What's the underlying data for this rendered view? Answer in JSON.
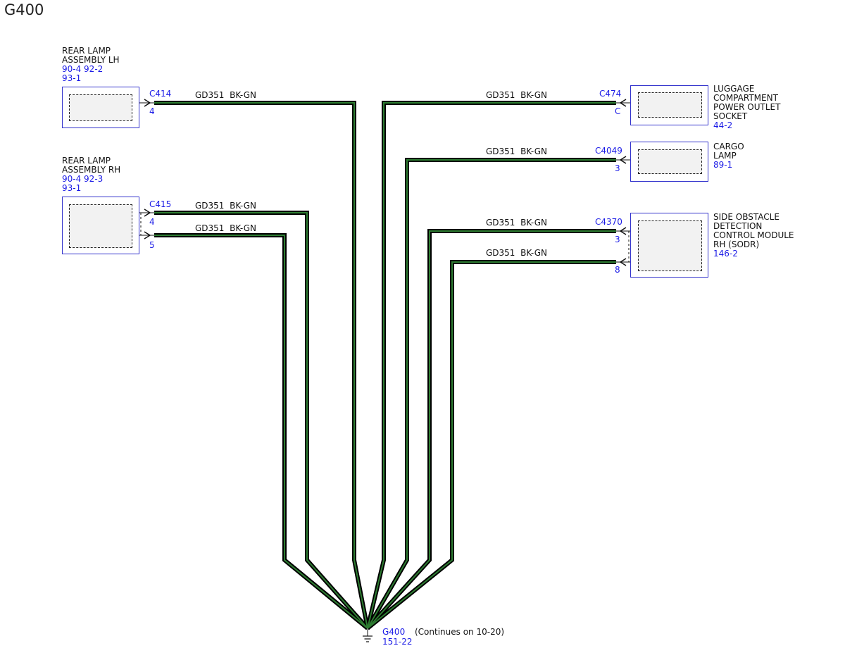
{
  "title": "G400",
  "components": {
    "lh": {
      "lines": [
        "REAR LAMP",
        "ASSEMBLY LH"
      ],
      "refs": [
        "90-4  92-2",
        "93-1"
      ]
    },
    "rh": {
      "lines": [
        "REAR LAMP",
        "ASSEMBLY RH"
      ],
      "refs": [
        "90-4  92-3",
        "93-1"
      ]
    },
    "luggage": {
      "lines": [
        "LUGGAGE",
        "COMPARTMENT",
        "POWER OUTLET",
        "SOCKET"
      ],
      "refs": [
        "44-2"
      ]
    },
    "cargo": {
      "lines": [
        "CARGO",
        "LAMP"
      ],
      "refs": [
        "89-1"
      ]
    },
    "sodr": {
      "lines": [
        "SIDE OBSTACLE",
        "DETECTION",
        "CONTROL MODULE",
        "RH (SODR)"
      ],
      "refs": [
        "146-2"
      ]
    }
  },
  "connectors": {
    "c414": {
      "id": "C414",
      "pin": "4"
    },
    "c415": {
      "id": "C415",
      "pin_a": "4",
      "pin_b": "5"
    },
    "c474": {
      "id": "C474",
      "pin": "C"
    },
    "c4049": {
      "id": "C4049",
      "pin": "3"
    },
    "c4370": {
      "id": "C4370",
      "pin_a": "3",
      "pin_b": "8"
    }
  },
  "wire": {
    "circuit": "GD351",
    "color_code": "BK-GN"
  },
  "ground": {
    "id": "G400",
    "ref": "151-22",
    "note": "(Continues on 10-20)"
  },
  "colors": {
    "wire_outer": "#000000",
    "wire_inner": "#2e7d32",
    "component_border": "#3333cc",
    "ref_text": "#1a1ae6"
  }
}
